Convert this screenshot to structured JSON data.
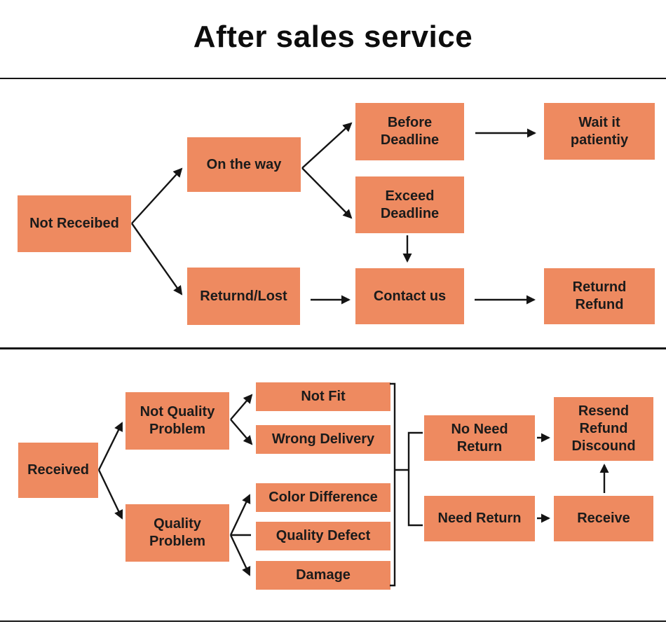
{
  "title": "After sales service",
  "colors": {
    "node_fill": "#ee8a60",
    "node_text": "#1b1b1b",
    "line": "#141414",
    "background": "#ffffff"
  },
  "nodes": {
    "not_received": "Not Receibed",
    "on_the_way": "On the way",
    "returned_lost": "Returnd/Lost",
    "before_deadline": "Before\nDeadline",
    "exceed_deadline": "Exceed\nDeadline",
    "wait_it_patiently": "Wait it\npatientiy",
    "contact_us": "Contact us",
    "returned_refund": "Returnd\nRefund",
    "received": "Received",
    "not_quality_problem": "Not Quality\nProblem",
    "quality_problem": "Quality\nProblem",
    "not_fit": "Not Fit",
    "wrong_delivery": "Wrong Delivery",
    "color_difference": "Color Difference",
    "quality_defect": "Quality Defect",
    "damage": "Damage",
    "no_need_return": "No Need\nReturn",
    "need_return": "Need Return",
    "resend_refund_discount": "Resend\nRefund\nDiscound",
    "receive": "Receive"
  },
  "edges": [
    {
      "from": "Not Receibed",
      "to": "On the way"
    },
    {
      "from": "Not Receibed",
      "to": "Returnd/Lost"
    },
    {
      "from": "On the way",
      "to": "Before Deadline"
    },
    {
      "from": "On the way",
      "to": "Exceed Deadline"
    },
    {
      "from": "Before Deadline",
      "to": "Wait it patientiy"
    },
    {
      "from": "Exceed Deadline",
      "to": "Contact us"
    },
    {
      "from": "Returnd/Lost",
      "to": "Contact us"
    },
    {
      "from": "Contact us",
      "to": "Returnd Refund"
    },
    {
      "from": "Received",
      "to": "Not Quality Problem"
    },
    {
      "from": "Received",
      "to": "Quality Problem"
    },
    {
      "from": "Not Quality Problem",
      "to": "Not Fit"
    },
    {
      "from": "Not Quality Problem",
      "to": "Wrong Delivery"
    },
    {
      "from": "Quality Problem",
      "to": "Color Difference"
    },
    {
      "from": "Quality Problem",
      "to": "Quality Defect"
    },
    {
      "from": "Quality Problem",
      "to": "Damage"
    },
    {
      "from": "Not Fit + Wrong Delivery + Color Difference + Quality Defect + Damage",
      "to": "No Need Return"
    },
    {
      "from": "Not Fit + Wrong Delivery + Color Difference + Quality Defect + Damage",
      "to": "Need Return"
    },
    {
      "from": "No Need Return",
      "to": "Resend Refund Discound"
    },
    {
      "from": "Need Return",
      "to": "Receive"
    },
    {
      "from": "Receive",
      "to": "Resend Refund Discound"
    }
  ]
}
